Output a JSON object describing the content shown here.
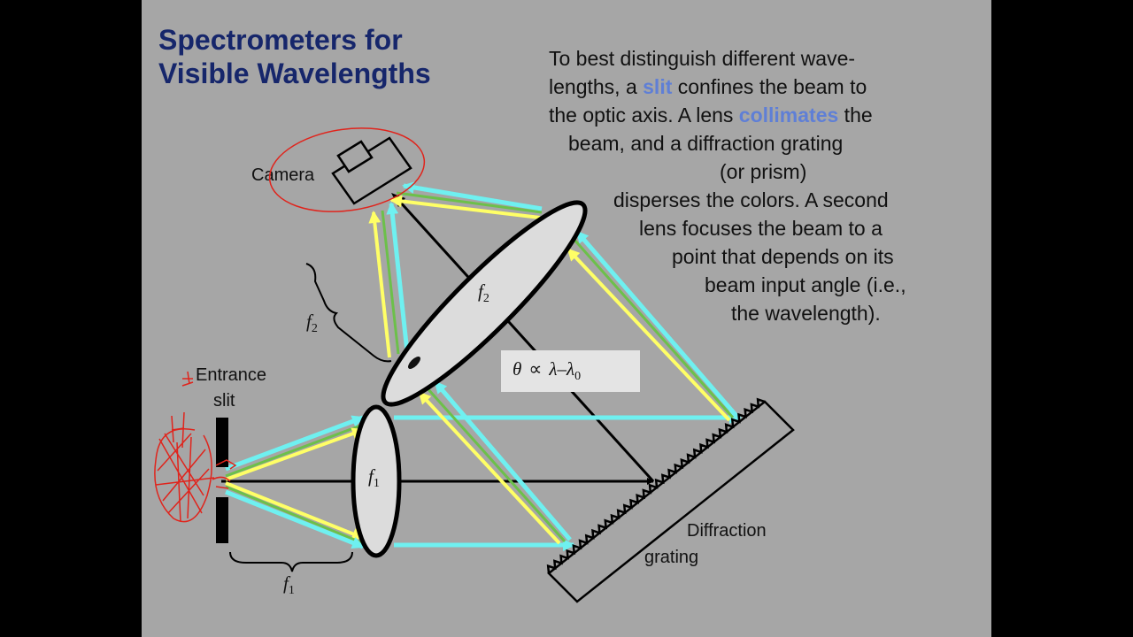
{
  "slide": {
    "title_lines": [
      "Spectrometers for",
      "Visible Wavelengths"
    ],
    "description": {
      "l1": "To best distinguish different wave-",
      "l2a": "lengths, a ",
      "l2b": "slit",
      "l2c": " confines the beam to",
      "l3a": "the optic axis. A lens ",
      "l3b": "collimates",
      "l3c": " the",
      "l4": "beam, and a diffraction grating",
      "l5": "(or prism)",
      "l6": "disperses the colors. A second",
      "l7": "lens focuses the beam to a",
      "l8": "point that depends on its",
      "l9": "beam input angle (i.e.,",
      "l10": "the wavelength)."
    },
    "highlight_color": "#5f7fd6",
    "title_color": "#16266b"
  },
  "diagram": {
    "labels": {
      "camera": "Camera",
      "entrance_line1": "Entrance",
      "entrance_line2": "slit",
      "grating_line1": "Diffraction",
      "grating_line2": "grating"
    },
    "lens1": {
      "symbol": "f",
      "subscript": "1"
    },
    "lens2": {
      "symbol": "f",
      "subscript": "2"
    },
    "f1_distance": {
      "symbol": "f",
      "subscript": "1"
    },
    "f2_distance": {
      "symbol": "f",
      "subscript": "2"
    },
    "equation": {
      "theta": "θ",
      "prop": "∝",
      "lambda": "λ",
      "minus": "–",
      "lambda0": "λ",
      "sub0": "0"
    },
    "ray_colors": {
      "cyan": "#6ff0f0",
      "yellow": "#ffff66",
      "green": "#6cc04a",
      "black": "#000000"
    }
  }
}
